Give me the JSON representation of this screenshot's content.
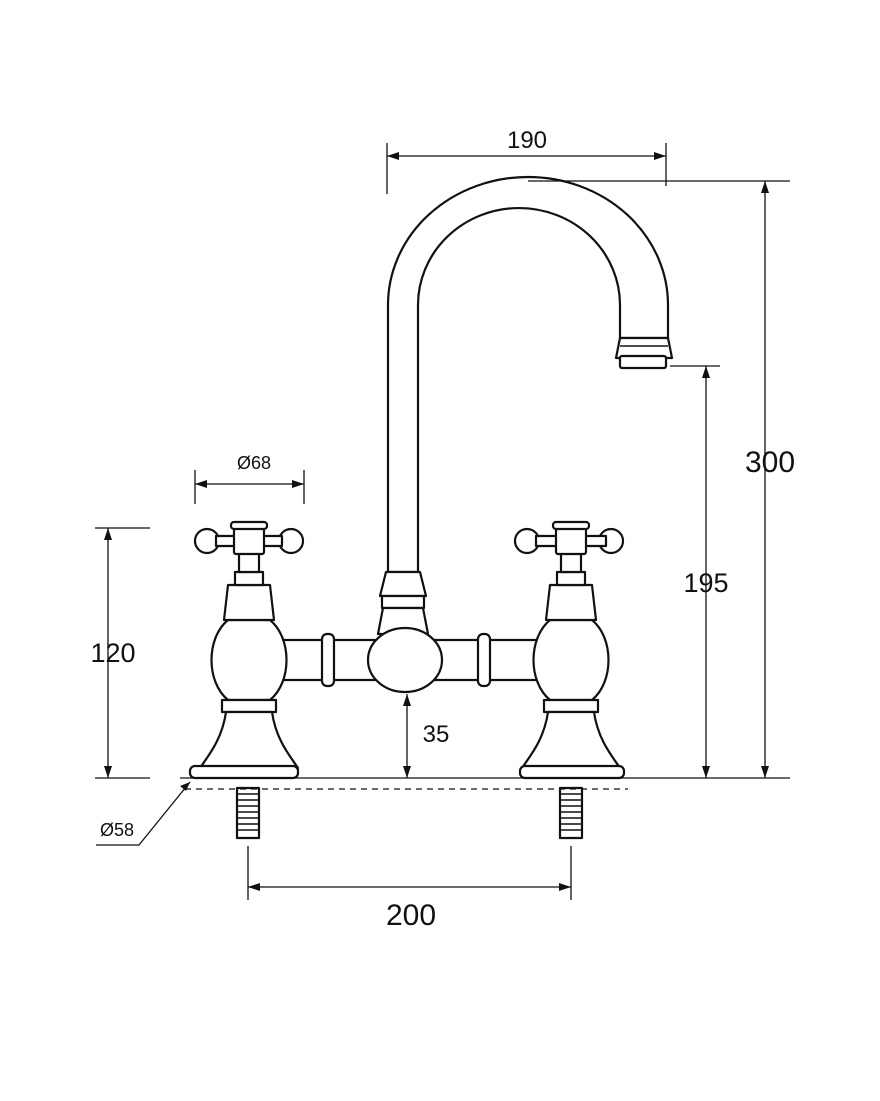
{
  "dimensions": {
    "spout_reach": "190",
    "diameter_handle": "Ø68",
    "total_height": "300",
    "spout_outlet_height": "195",
    "valve_height": "120",
    "bridge_height": "35",
    "base_diameter": "Ø58",
    "center_distance": "200"
  }
}
